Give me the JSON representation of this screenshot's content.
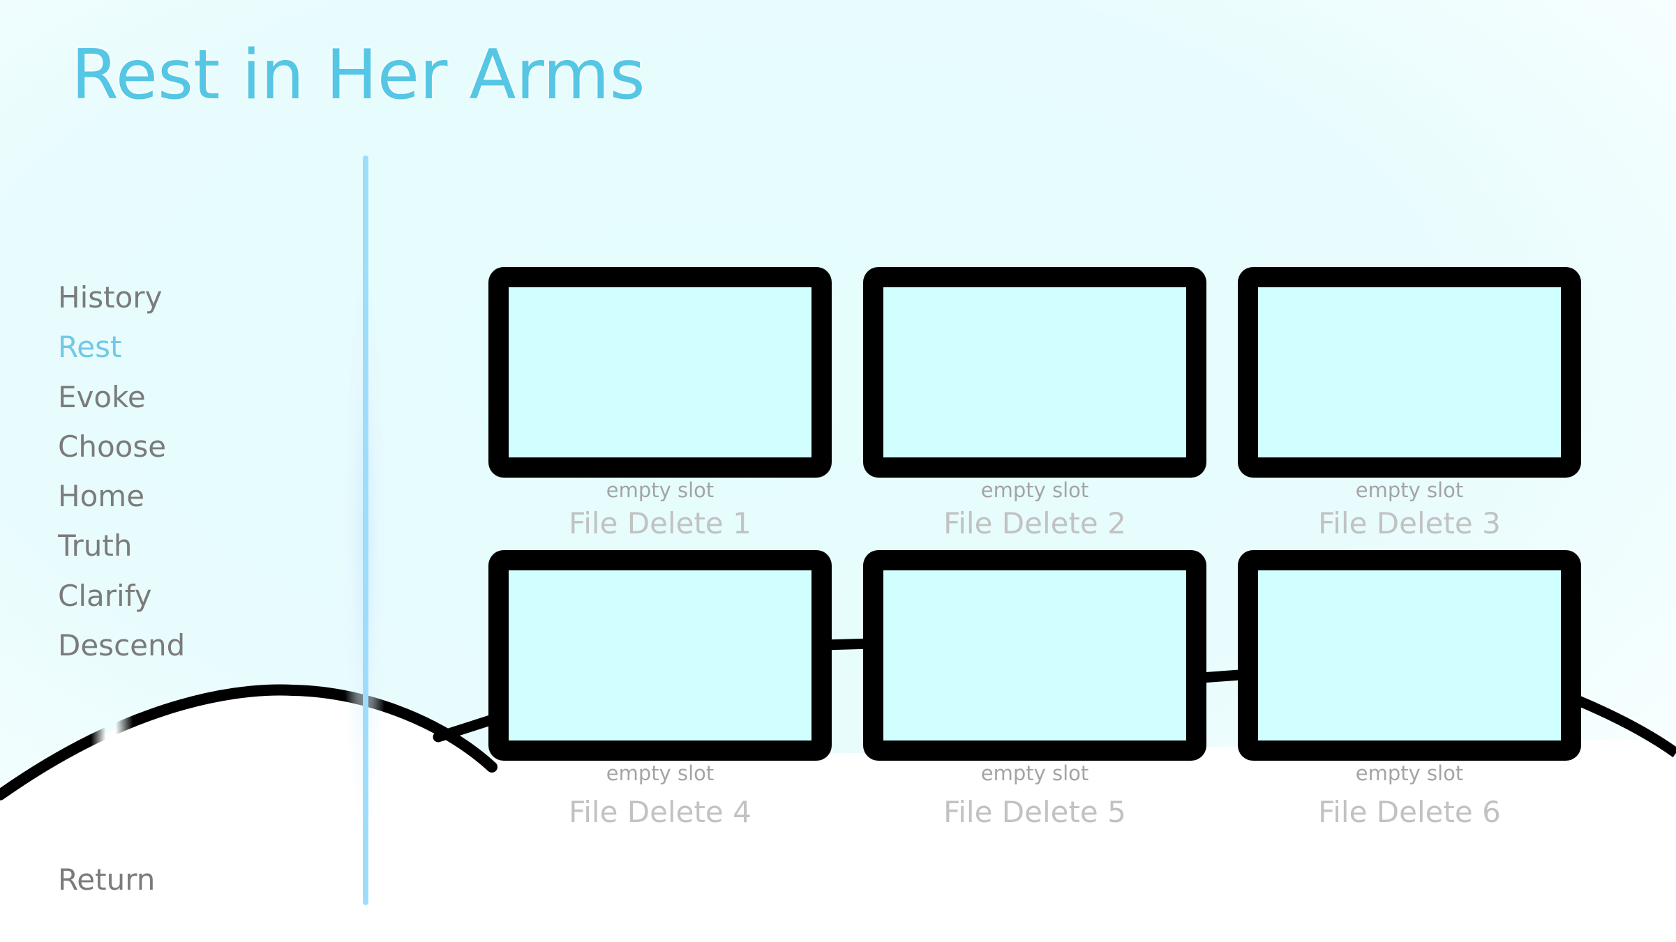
{
  "screen": {
    "title": "Rest in Her Arms"
  },
  "navigation": {
    "items": [
      {
        "label": "History",
        "selected": false
      },
      {
        "label": "Rest",
        "selected": true
      },
      {
        "label": "Evoke",
        "selected": false
      },
      {
        "label": "Choose",
        "selected": false
      },
      {
        "label": "Home",
        "selected": false
      },
      {
        "label": "Truth",
        "selected": false
      },
      {
        "label": "Clarify",
        "selected": false
      },
      {
        "label": "Descend",
        "selected": false
      }
    ],
    "return_label": "Return"
  },
  "slots": [
    {
      "time": "empty slot",
      "name": "File Delete 1"
    },
    {
      "time": "empty slot",
      "name": "File Delete 2"
    },
    {
      "time": "empty slot",
      "name": "File Delete 3"
    },
    {
      "time": "empty slot",
      "name": "File Delete 4"
    },
    {
      "time": "empty slot",
      "name": "File Delete 5"
    },
    {
      "time": "empty slot",
      "name": "File Delete 6"
    }
  ],
  "colors": {
    "title": "#55c6e4",
    "selected_item": "#72c8e6",
    "menu_text": "#7b7b7b",
    "slot_fill": "#d1ffff",
    "slot_border": "#000000",
    "divider": "#9edcfc"
  }
}
